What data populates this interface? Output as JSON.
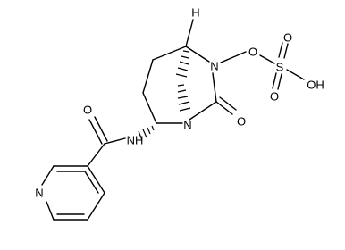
{
  "molecule": {
    "atoms": {
      "h": "H",
      "n6": "N",
      "o_sulfate_link": "O",
      "s": "S",
      "o_s_top": "O",
      "o_s_bottom": "O",
      "oh": "OH",
      "o_urea": "O",
      "n1": "N",
      "nh": "NH",
      "o_amide": "O",
      "n_pyridine": "N"
    }
  }
}
